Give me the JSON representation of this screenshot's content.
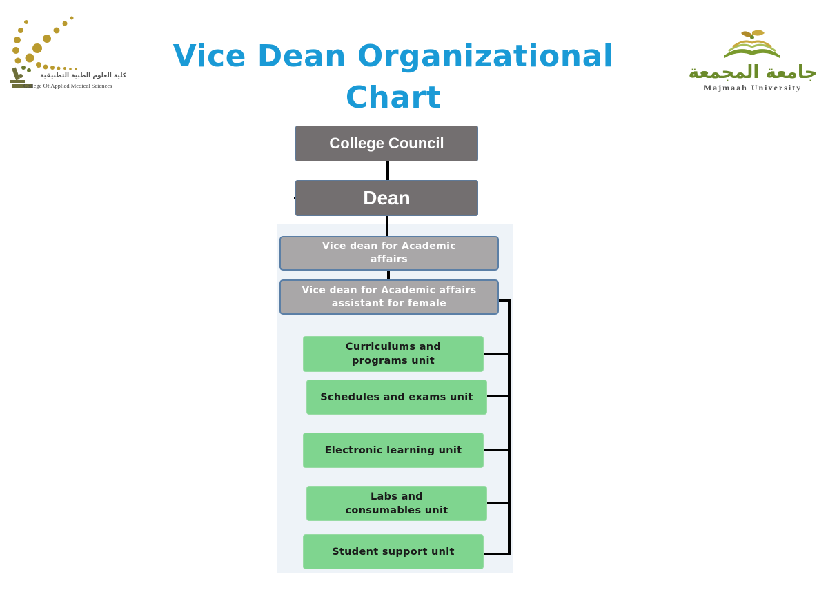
{
  "header": {
    "title": "Vice Dean Organizational Chart",
    "left_logo": {
      "icon": "college-logo-icon",
      "arabic_text": "كلية العلوم الطبية التطبيقية",
      "english_text": "College Of Applied Medical Sciences"
    },
    "right_logo": {
      "icon": "university-book-logo-icon",
      "arabic_text": "جامعة المجمعة",
      "english_text": "Majmaah University"
    }
  },
  "chart": {
    "college_council": "College Council",
    "dean": "Dean",
    "vice_dean_academic": "Vice dean for Academic affairs",
    "vice_dean_assistant_female": "Vice dean for Academic affairs assistant for female",
    "units": [
      "Curriculums and programs unit",
      "Schedules and exams unit",
      "Electronic learning unit",
      "Labs and consumables unit",
      "Student support unit"
    ]
  },
  "colors": {
    "title": "#1a9ad6",
    "top_box": "#736f70",
    "vice_box": "#a9a7a8",
    "unit_box": "#7fd58f"
  }
}
